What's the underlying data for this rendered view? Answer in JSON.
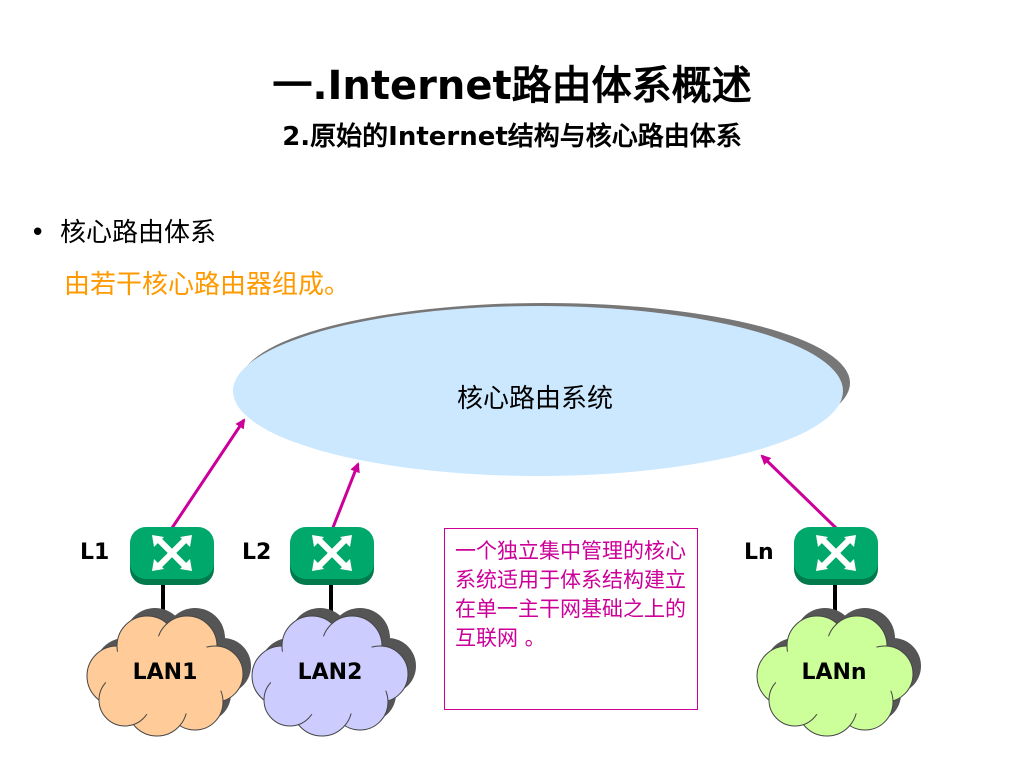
{
  "header": {
    "title": "一.Internet路由体系概述",
    "subtitle": "2.原始的Internet结构与核心路由体系"
  },
  "bullet": {
    "symbol": "•",
    "heading": "核心路由体系",
    "description": "由若干核心路由器组成。"
  },
  "diagram": {
    "core_label": "核心路由系统",
    "routers": [
      {
        "link": "L1",
        "lan": "LAN1",
        "cloud_color": "#ffcc99"
      },
      {
        "link": "L2",
        "lan": "LAN2",
        "cloud_color": "#ccccff"
      },
      {
        "link": "Ln",
        "lan": "LANn",
        "cloud_color": "#ccff99"
      }
    ],
    "note": "一个独立集中管理的核心系统适用于体系结构建立在单一主干网基础之上的互联网 。",
    "colors": {
      "core_fill": "#cce8ff",
      "router_fill": "#00a86b",
      "arrow": "#cc0099",
      "note_border": "#cc0099"
    }
  }
}
